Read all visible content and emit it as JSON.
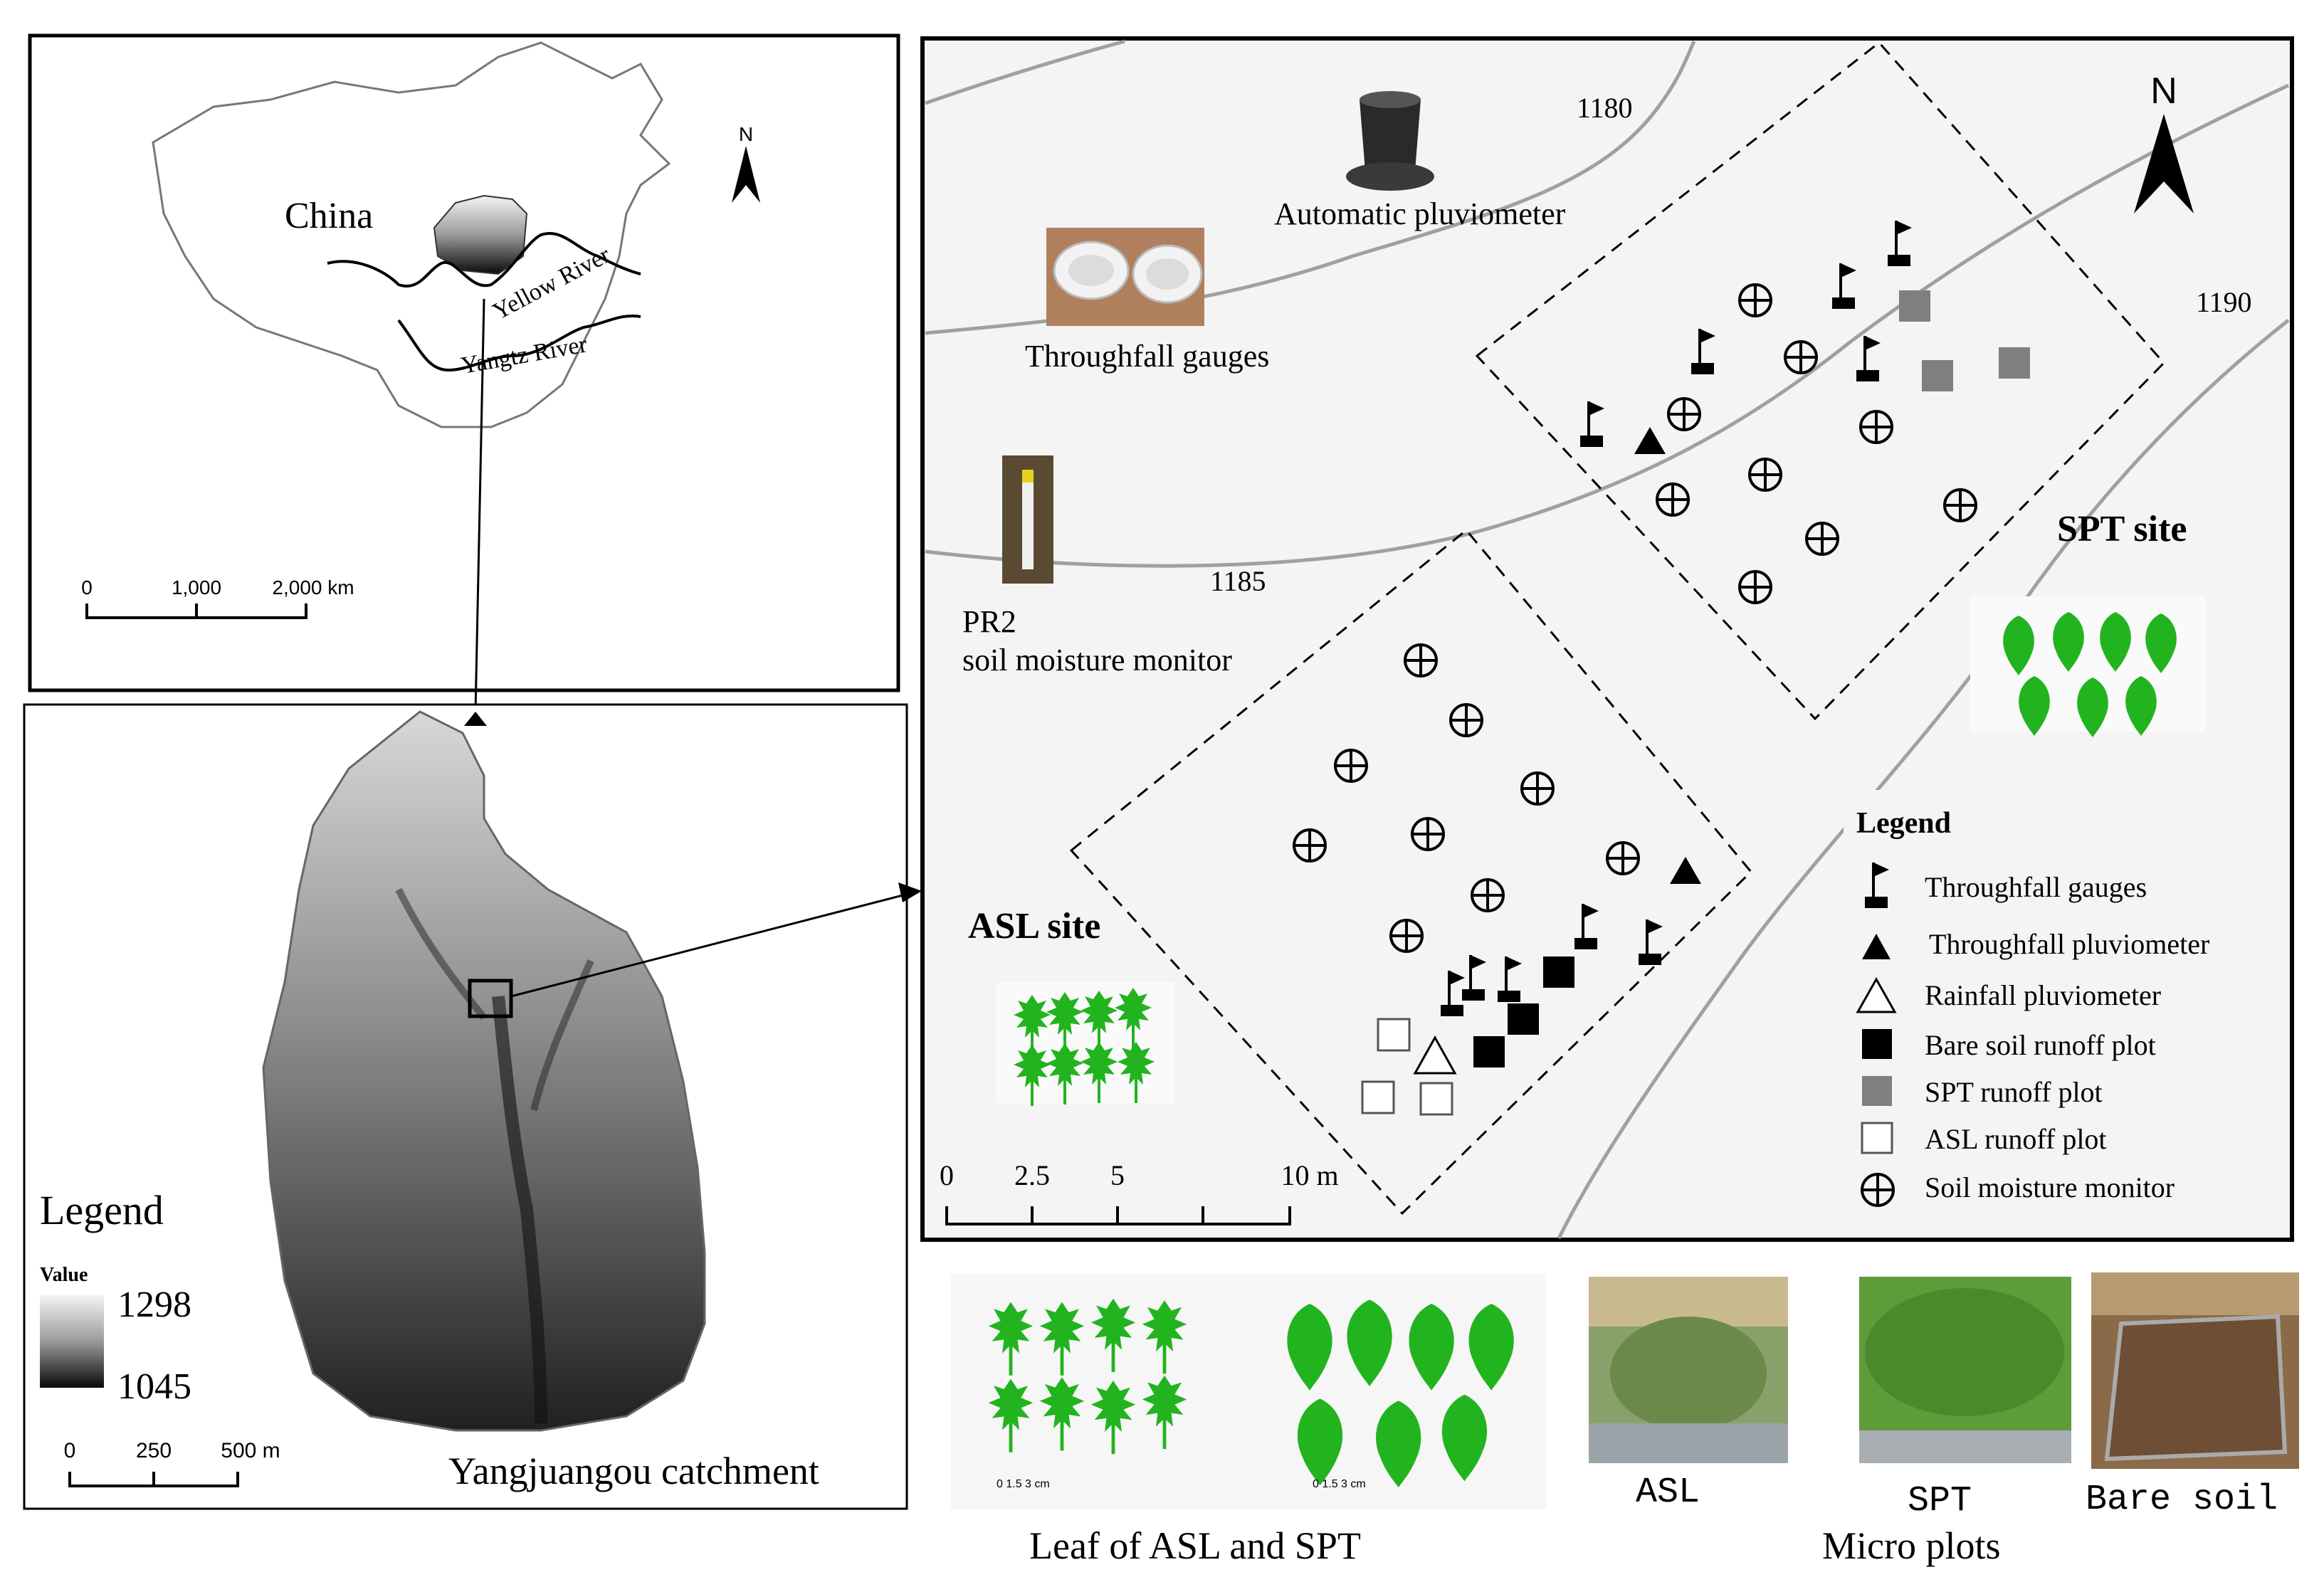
{
  "china_panel": {
    "country_label": "China",
    "river_yellow": "Yellow River",
    "river_yangtze": "Yangtz River",
    "north_label": "N",
    "scale_ticks": [
      "0",
      "1,000",
      "2,000 km"
    ]
  },
  "catchment_panel": {
    "legend_title": "Legend",
    "value_label": "Value",
    "value_high": "1298",
    "value_low": "1045",
    "scale_ticks": [
      "0",
      "250",
      "500 m"
    ],
    "caption": "Yangjuangou catchment"
  },
  "site_panel": {
    "north_label": "N",
    "contours": [
      "1180",
      "1185",
      "1190"
    ],
    "photo_labels": {
      "pluviometer": "Automatic pluviometer",
      "gauges": "Throughfall gauges",
      "pr2_line1": "PR2",
      "pr2_line2": "soil moisture monitor"
    },
    "spt_site": "SPT site",
    "asl_site": "ASL site",
    "scale_ticks": [
      "0",
      "2.5",
      "5",
      "10 m"
    ],
    "legend": {
      "title": "Legend",
      "items": [
        {
          "icon": "flag-icon",
          "label": "Throughfall gauges"
        },
        {
          "icon": "filled-triangle-icon",
          "label": "Throughfall pluviometer"
        },
        {
          "icon": "open-triangle-icon",
          "label": "Rainfall pluviometer"
        },
        {
          "icon": "black-square-icon",
          "label": "Bare soil runoff plot"
        },
        {
          "icon": "gray-square-icon",
          "label": "SPT runoff plot"
        },
        {
          "icon": "open-square-icon",
          "label": "ASL runoff plot"
        },
        {
          "icon": "circle-plus-icon",
          "label": "Soil moisture monitor"
        }
      ]
    }
  },
  "bottom": {
    "leaf_caption": "Leaf of ASL and SPT",
    "leaf_scale": "0  1.5  3 cm",
    "plot_labels": [
      "ASL",
      "SPT",
      "Bare soil"
    ],
    "plots_caption": "Micro plots"
  },
  "colors": {
    "leaf_green": "#22b41e",
    "spt_square": "#7f7f7f",
    "contour_gray": "#9a9a9a"
  }
}
